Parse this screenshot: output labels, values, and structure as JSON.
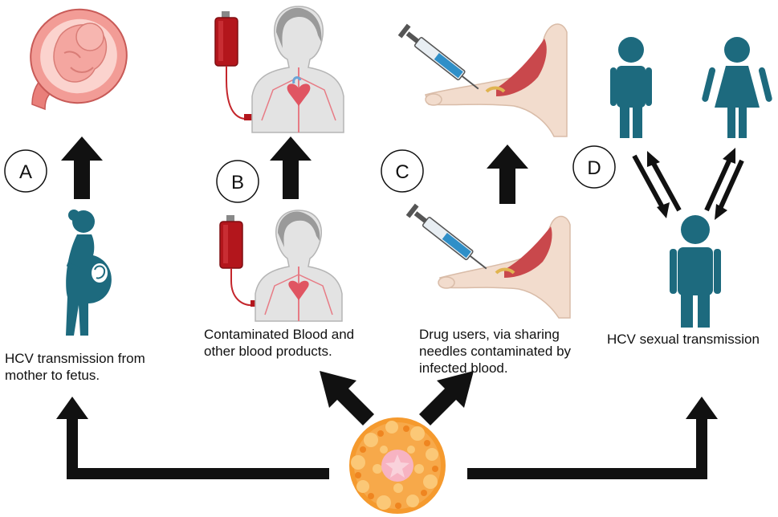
{
  "panels": [
    {
      "id": "A",
      "label": "A",
      "caption_lines": [
        "HCV transmission from",
        "mother to fetus."
      ]
    },
    {
      "id": "B",
      "label": "B",
      "caption_lines": [
        "Contaminated Blood and",
        "other blood products."
      ]
    },
    {
      "id": "C",
      "label": "C",
      "caption_lines": [
        "Drug users, via sharing",
        "needles contaminated by",
        "infected blood."
      ]
    },
    {
      "id": "D",
      "label": "D",
      "caption_lines": [
        "HCV sexual transmission"
      ]
    }
  ],
  "colors": {
    "figure_teal": "#1d6a7e",
    "arrow": "#111111",
    "virus_orange": "#f59a2e",
    "virus_light": "#fbc877",
    "virus_pink": "#f7b3c2",
    "blood_red": "#b3161c",
    "skin": "#f2dccd",
    "muscle": "#c9484c",
    "syringe_fluid": "#2f8fc8",
    "fetus_pink": "#f4a6a0",
    "uterus": "#e97f7a"
  },
  "icons": [
    "uterus-fetus-icon",
    "pregnant-woman-icon",
    "blood-bag-icon",
    "woman-circulation-icon",
    "syringe-arm-icon",
    "man-icon",
    "woman-icon",
    "hcv-virus-icon"
  ]
}
